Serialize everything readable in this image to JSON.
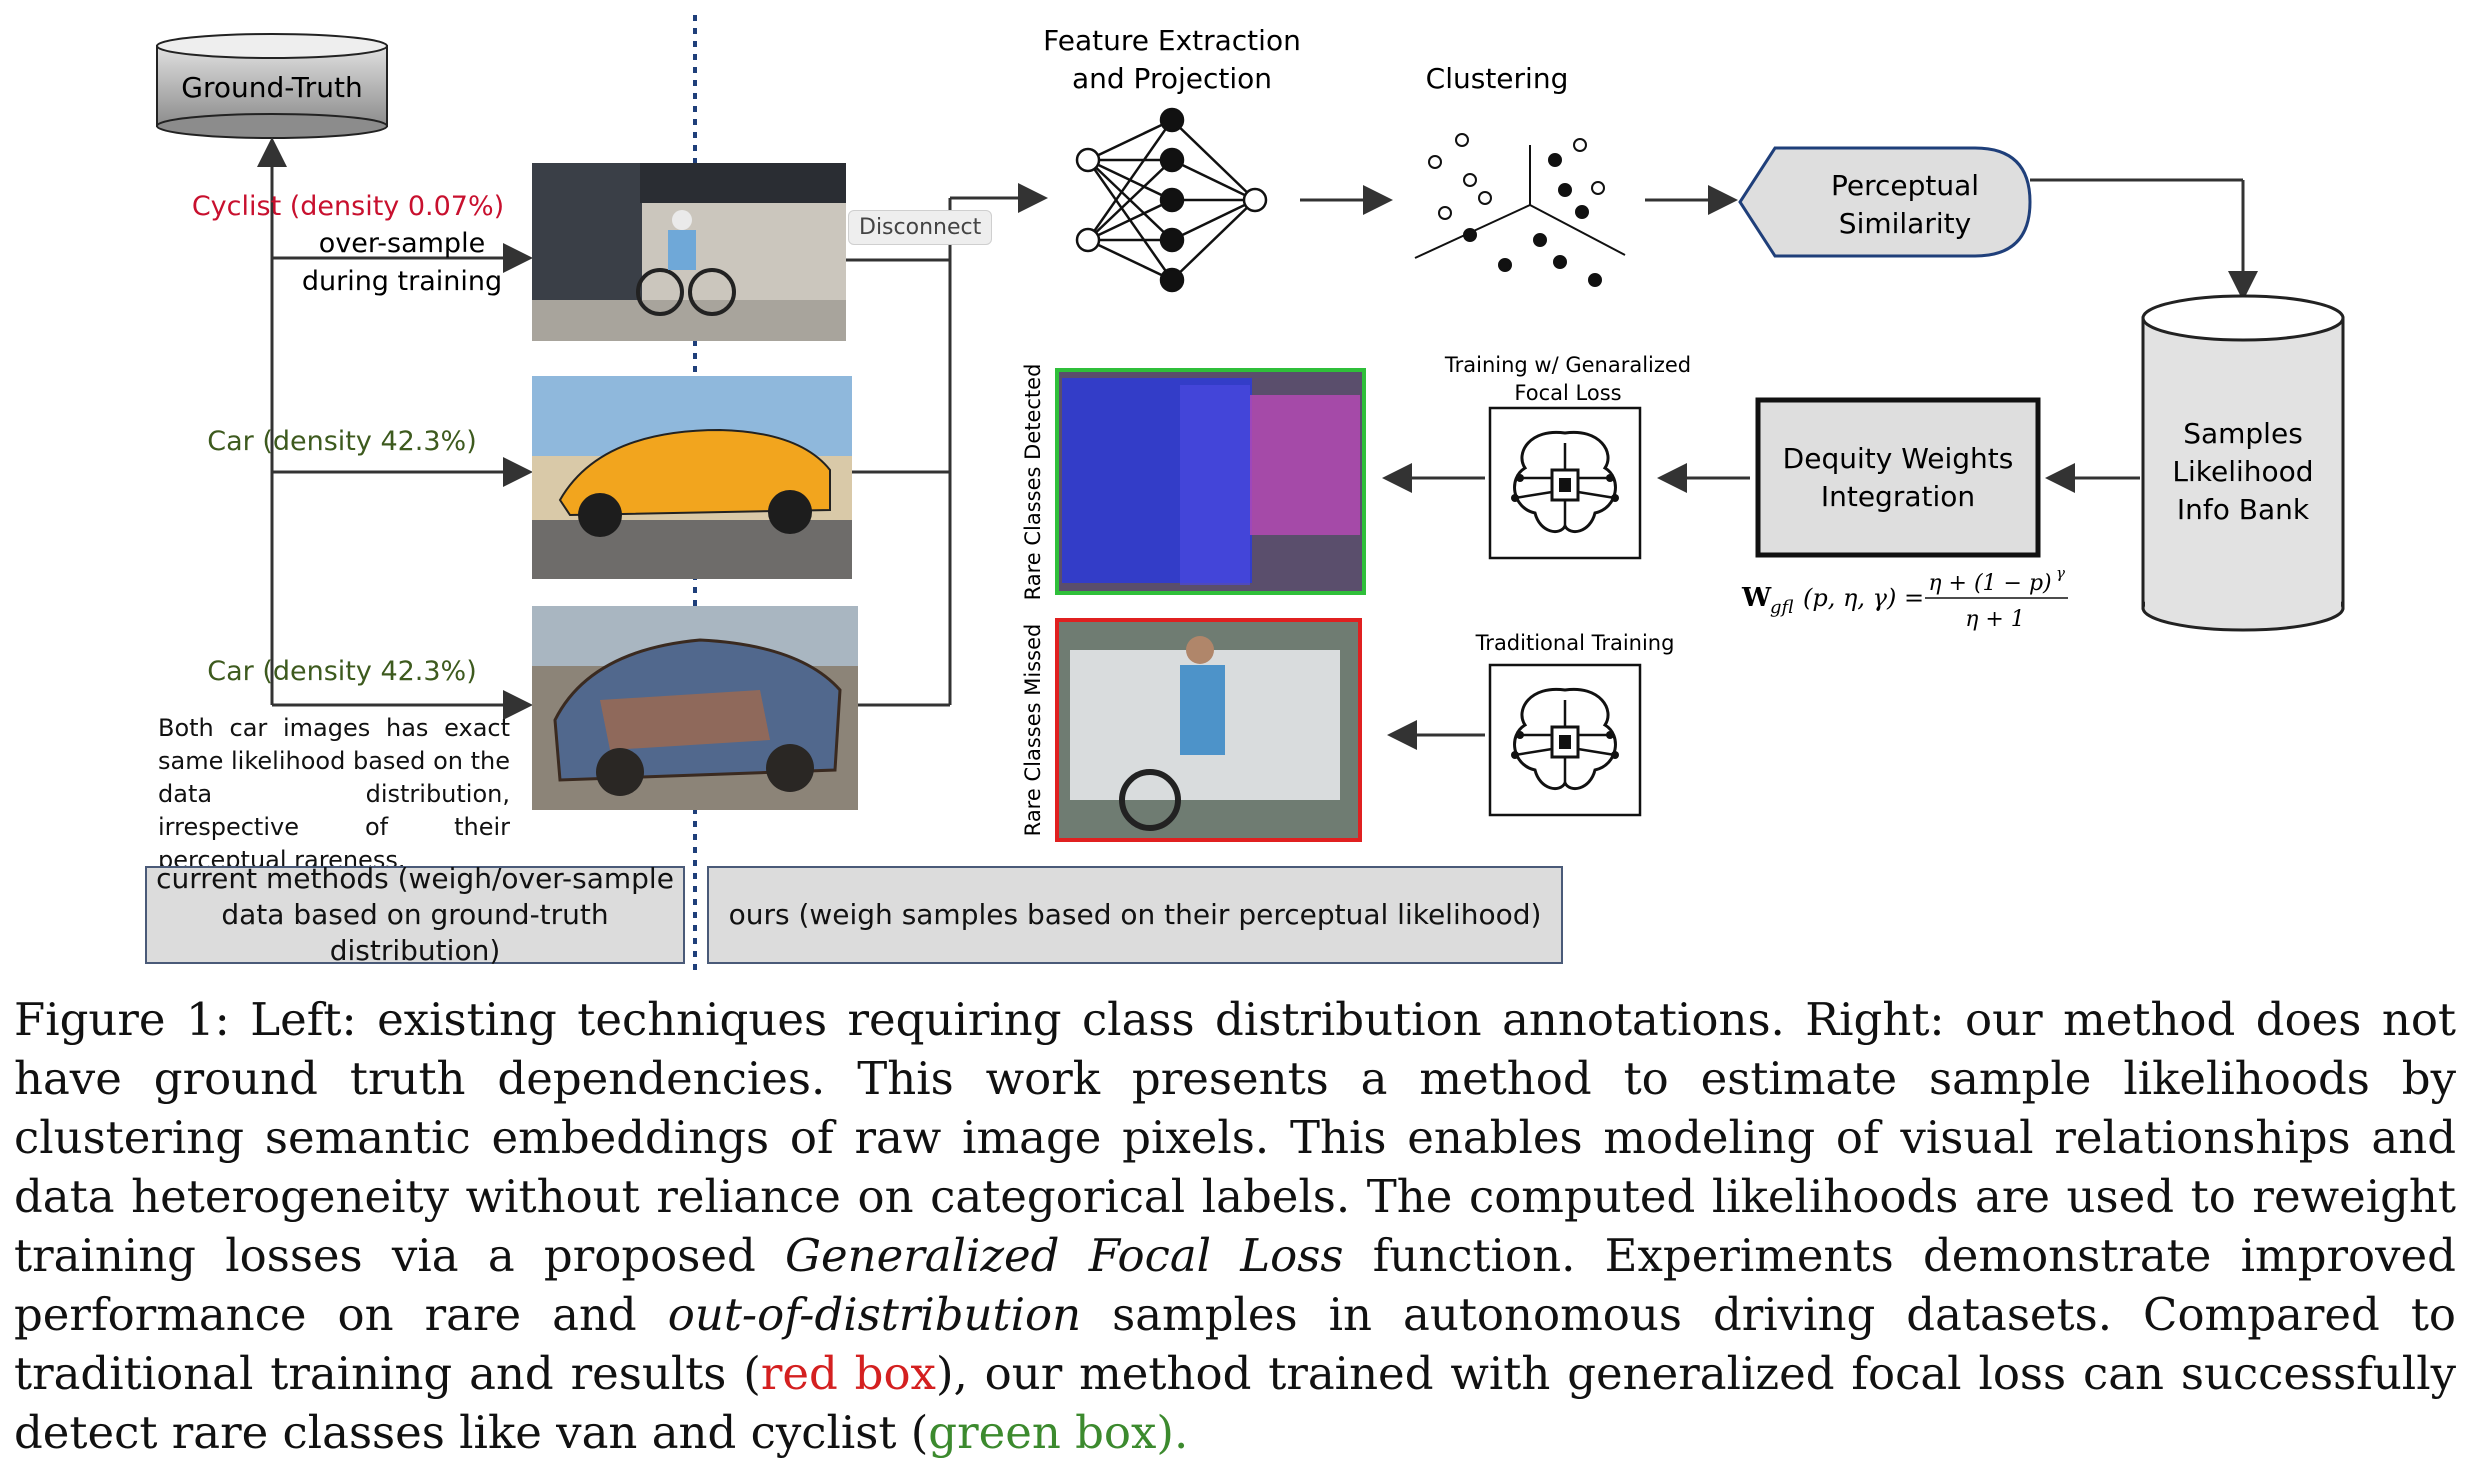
{
  "diagram": {
    "ground_truth": "Ground-Truth",
    "left_labels": {
      "cyclist": "Cyclist (density 0.07%)",
      "oversample_1": "over-sample",
      "oversample_2": "during training",
      "car1": "Car (density 42.3%)",
      "car2": "Car (density 42.3%)"
    },
    "note": "Both car images has exact same likelihood based on the data distribution, irrespective of their perceptual rareness.",
    "disconnect": "Disconnect",
    "feature_title_1": "Feature Extraction",
    "feature_title_2": "and Projection",
    "clustering": "Clustering",
    "perceptual_1": "Perceptual",
    "perceptual_2": "Similarity",
    "bank_1": "Samples",
    "bank_2": "Likelihood",
    "bank_3": "Info Bank",
    "dequity_1": "Dequity Weights",
    "dequity_2": "Integration",
    "formula_lhs": "W",
    "formula_sub": "gfl",
    "formula_args": "(p, η, γ) =",
    "formula_num": "η + (1 − p)",
    "formula_exp": "γ",
    "formula_den": "η + 1",
    "training_gfl_1": "Training w/ Genaralized",
    "training_gfl_2": "Focal Loss",
    "traditional": "Traditional Training",
    "rare_detected": "Rare Classes Detected",
    "rare_missed": "Rare Classes Missed",
    "current_methods_1": "current methods (weigh/over-sample",
    "current_methods_2": "data based on ground-truth distribution)",
    "ours": "ours (weigh samples based on their perceptual likelihood)",
    "colors": {
      "cyclist_label": "#c8102e",
      "car_label": "#3d5a1e",
      "detected_border": "#2fbf3a",
      "missed_border": "#e02020",
      "divider": "#1f3f7a"
    },
    "icons": [
      "cylinder-icon",
      "neural-network-icon",
      "cluster-scatter-icon",
      "brain-chip-icon",
      "brain-chip-icon"
    ]
  },
  "caption": {
    "p1": "Figure 1: Left: existing techniques requiring class distribution annotations. Right: our method does not have ground truth dependencies. This work presents a method to estimate sample likelihoods by clustering semantic embeddings of raw image pixels. This enables modeling of visual relationships and data heterogeneity without reliance on categorical labels. The computed likelihoods are used to reweight training losses via a proposed ",
    "gfl": "Generalized Focal Loss",
    "p2": " function. Experiments demonstrate improved performance on rare and ",
    "ood": "out-of-distribution",
    "p3": " samples in autonomous driving datasets. Compared to traditional training and results (",
    "red_box": "red box",
    "p4": "), our method trained with generalized focal loss can successfully detect rare classes like van and cyclist (",
    "green_box": "green box)."
  }
}
